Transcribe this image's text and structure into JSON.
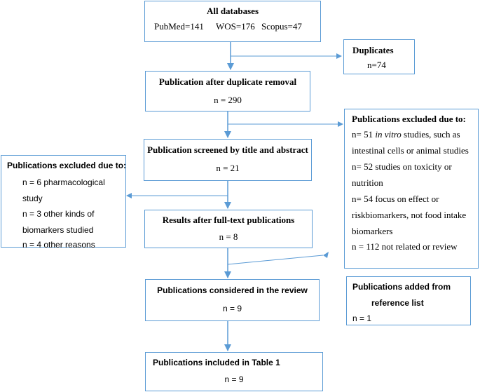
{
  "colors": {
    "border": "#5b9bd5",
    "arrow": "#5b9bd5",
    "text": "#000000"
  },
  "all_databases": {
    "title": "All databases",
    "pubmed": "PubMed=141",
    "wos": "WOS=176",
    "scopus": "Scopus=47"
  },
  "duplicates": {
    "title": "Duplicates",
    "count": "n=74"
  },
  "after_duplicate_removal": {
    "title": "Publication after duplicate removal",
    "count": "n = 290"
  },
  "excluded_right": {
    "title": "Publications excluded due to:",
    "line1_prefix": "n= 51 ",
    "line1_italic": "in vitro",
    "line1_suffix": " studies, such as",
    "line2": "intestinal cells or animal studies",
    "line3": "n= 52 studies on toxicity or",
    "line4": "nutrition",
    "line5": "n= 54 focus on effect or",
    "line6": "riskbiomarkers, not food intake",
    "line7": "biomarkers",
    "line8": " n = 112 not related or review"
  },
  "screened": {
    "title": "Publication screened by title and abstract",
    "count": "n = 21"
  },
  "excluded_left": {
    "title": "Publications excluded due to:",
    "line1": "n = 6 pharmacological",
    "line2": "study",
    "line3": "n = 3 other kinds of",
    "line4": "biomarkers studied",
    "line5": "n = 4 other reasons"
  },
  "full_text": {
    "title": "Results after full-text publications",
    "count": "n = 8"
  },
  "considered": {
    "title": "Publications considered in the review",
    "count": "n = 9"
  },
  "added": {
    "title_line1": "Publications added from",
    "title_line2": "reference list",
    "count": "n = 1"
  },
  "table1": {
    "title": "Publications included in Table 1",
    "count": "n = 9"
  }
}
